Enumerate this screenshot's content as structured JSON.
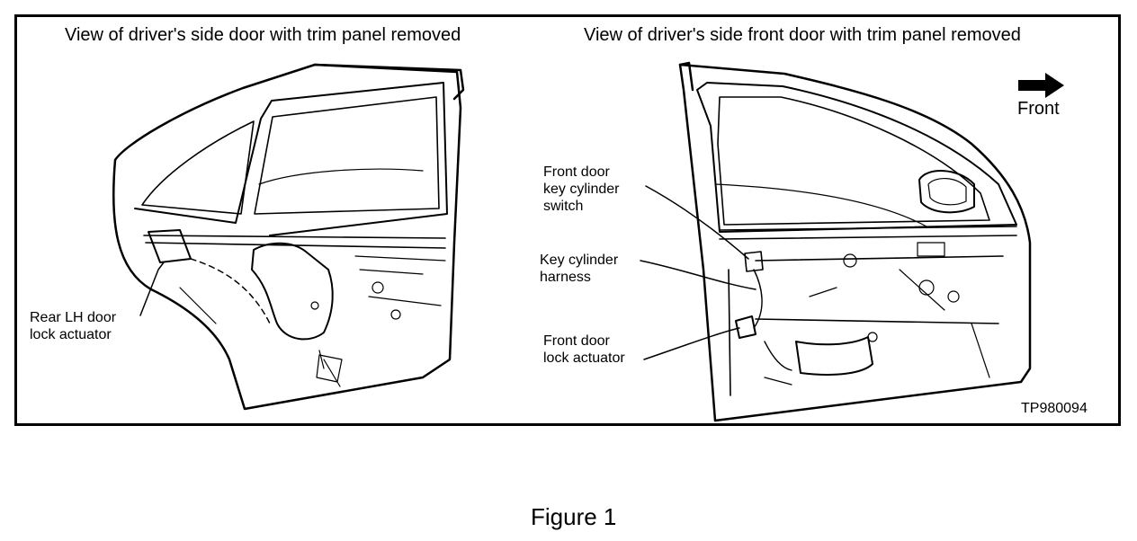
{
  "titles": {
    "rear_view": "View of driver's side door with trim panel removed",
    "front_view": "View of driver's side front door with trim panel removed"
  },
  "direction": {
    "label": "Front",
    "icon": "arrow-right-icon"
  },
  "callouts": {
    "rear_lock_actuator": [
      "Rear LH door",
      "lock actuator"
    ],
    "key_cylinder_switch": [
      "Front door",
      "key cylinder",
      "switch"
    ],
    "key_cylinder_harness": [
      "Key cylinder",
      "harness"
    ],
    "front_lock_actuator": [
      "Front door",
      "lock actuator"
    ]
  },
  "diagram_code": "TP980094",
  "figure_caption": "Figure 1"
}
